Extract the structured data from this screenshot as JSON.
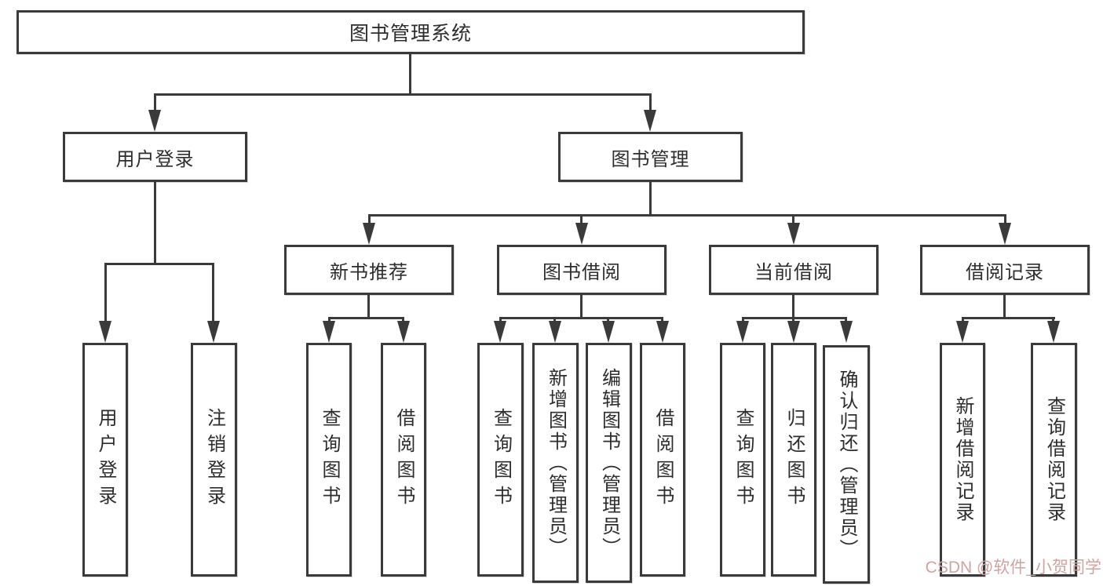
{
  "nodes": {
    "root": "图书管理系统",
    "user_login": "用户登录",
    "book_mgmt": "图书管理",
    "new_books": "新书推荐",
    "book_borrow": "图书借阅",
    "current_borrow": "当前借阅",
    "borrow_records": "借阅记录",
    "leaves": {
      "user_login": [
        "用户登录",
        "注销登录"
      ],
      "new_books": [
        "查询图书",
        "借阅图书"
      ],
      "book_borrow": [
        "查询图书",
        "新增图书（管理员）",
        "编辑图书（管理员）",
        "借阅图书"
      ],
      "current_borrow": [
        "查询图书",
        "归还图书",
        "确认归还（管理员）"
      ],
      "borrow_records": [
        "新增借阅记录",
        "查询借阅记录"
      ]
    }
  },
  "watermark": {
    "text": "CSDN @软件_小贺同学",
    "color": "#cfa3a0"
  },
  "colors": {
    "line": "#3a3a3a",
    "text": "#2d2d2d",
    "background": "#ffffff"
  }
}
